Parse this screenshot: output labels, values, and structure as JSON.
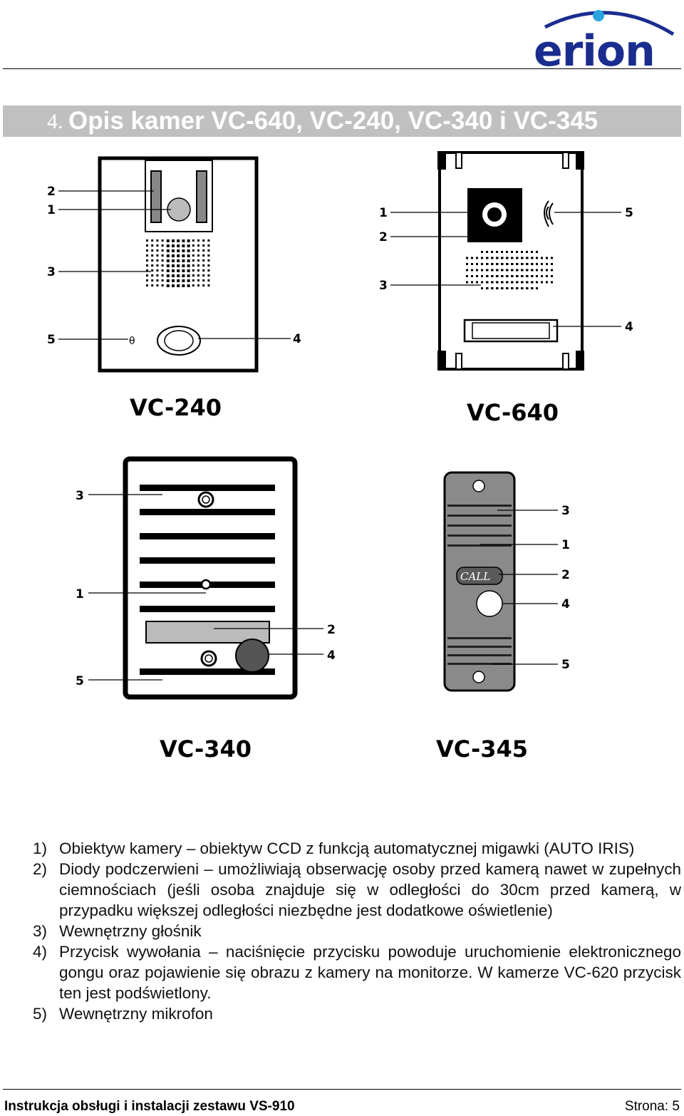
{
  "header": {
    "logo_text": "erion"
  },
  "section": {
    "number": "4.",
    "title": "Opis kamer VC-640, VC-240, VC-340 i VC-345"
  },
  "figure": {
    "cameras": [
      {
        "model": "VC-240",
        "callouts": [
          "2",
          "1",
          "3",
          "5",
          "4"
        ]
      },
      {
        "model": "VC-640",
        "callouts": [
          "1",
          "2",
          "3",
          "5",
          "4"
        ]
      },
      {
        "model": "VC-340",
        "callouts": [
          "3",
          "1",
          "2",
          "4",
          "5"
        ]
      },
      {
        "model": "VC-345",
        "callouts": [
          "3",
          "1",
          "2",
          "4",
          "5"
        ],
        "button_text": "CALL"
      }
    ]
  },
  "descriptions": [
    {
      "num": "1)",
      "text": "Obiektyw kamery – obiektyw CCD z funkcją automatycznej migawki (AUTO IRIS)"
    },
    {
      "num": "2)",
      "text": "Diody podczerwieni – umożliwiają obserwację osoby przed kamerą nawet w zupełnych ciemnościach (jeśli osoba znajduje się w odległości do 30cm przed kamerą, w przypadku większej odległości niezbędne jest dodatkowe oświetlenie)"
    },
    {
      "num": "3)",
      "text": "Wewnętrzny głośnik"
    },
    {
      "num": "4)",
      "text": "Przycisk wywołania – naciśnięcie przycisku powoduje uruchomienie elektronicznego gongu oraz pojawienie się obrazu z kamery na monitorze. W kamerze VC-620 przycisk ten jest podświetlony."
    },
    {
      "num": "5)",
      "text": "Wewnętrzny mikrofon"
    }
  ],
  "footer": {
    "left": "Instrukcja obsługi i instalacji zestawu VS-910",
    "right": "Strona: 5"
  }
}
